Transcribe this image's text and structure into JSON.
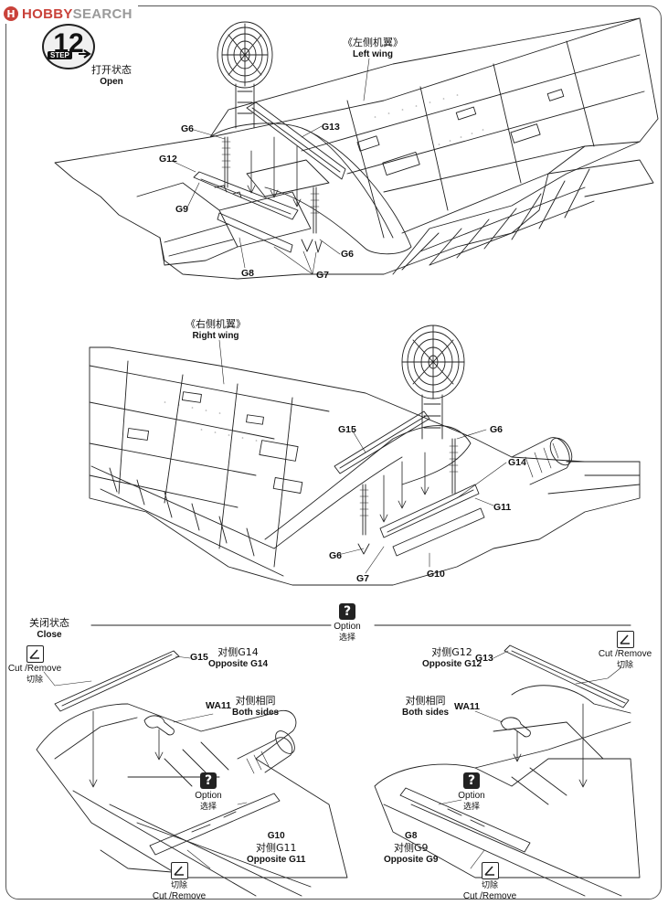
{
  "watermark": {
    "prefix": "HOBBY",
    "suffix": "SEARCH"
  },
  "step": {
    "label": "STEP",
    "number": "12"
  },
  "top_view": {
    "state_cn": "打开状态",
    "state_en": "Open",
    "wing_cn": "《左侧机翼》",
    "wing_en": "Left wing",
    "parts": {
      "g13": "G13",
      "g6_a": "G6",
      "g12": "G12",
      "g9": "G9",
      "g8": "G8",
      "g7": "G7",
      "g6_b": "G6"
    }
  },
  "middle_view": {
    "wing_cn": "《右侧机翼》",
    "wing_en": "Right wing",
    "parts": {
      "g15": "G15",
      "g6_a": "G6",
      "g14": "G14",
      "g11": "G11",
      "g6_b": "G6",
      "g7": "G7",
      "g10": "G10"
    }
  },
  "bottom_view": {
    "state_cn": "关闭状态",
    "state_en": "Close",
    "option_center": {
      "en": "Option",
      "cn": "选择"
    },
    "left": {
      "cut_en": "Cut /Remove",
      "cut_cn": "切除",
      "g15": "G15",
      "opposite_cn": "对侧G14",
      "opposite_en": "Opposite G14",
      "wa11": "WA11",
      "both_cn": "对侧相同",
      "both_en": "Both sides",
      "option_en": "Option",
      "option_cn": "选择",
      "g10": "G10",
      "opp2_cn": "对侧G11",
      "opp2_en": "Opposite G11",
      "cut2_cn": "切除",
      "cut2_en": "Cut /Remove"
    },
    "right": {
      "cut_en": "Cut /Remove",
      "cut_cn": "切除",
      "g13": "G13",
      "opposite_cn": "对侧G12",
      "opposite_en": "Opposite G12",
      "wa11": "WA11",
      "both_cn": "对侧相同",
      "both_en": "Both sides",
      "option_en": "Option",
      "option_cn": "选择",
      "g8": "G8",
      "opp2_cn": "对侧G9",
      "opp2_en": "Opposite G9",
      "cut2_cn": "切除",
      "cut2_en": "Cut /Remove"
    }
  }
}
